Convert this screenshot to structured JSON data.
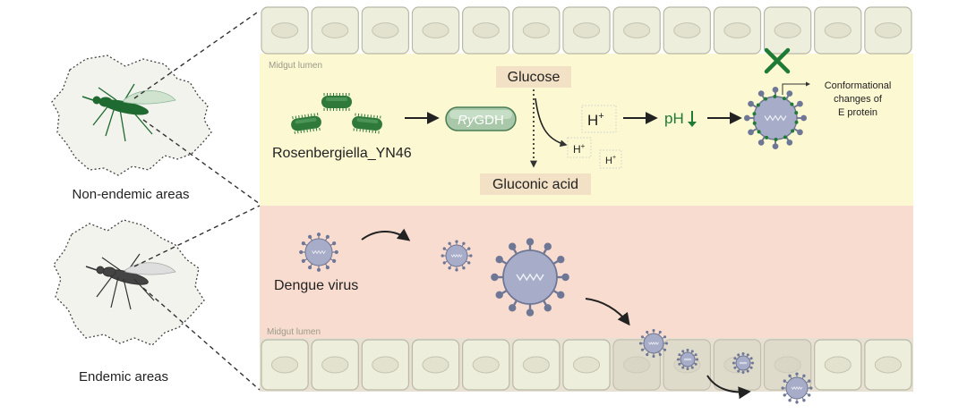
{
  "left_panel": {
    "non_endemic_label": "Non-endemic areas",
    "endemic_label": "Endemic areas"
  },
  "top_panel": {
    "lumen_label": "Midgut lumen",
    "bacterium_label": "Rosenbergiella_YN46",
    "enzyme_label": "RyGDH",
    "enzyme_prefix": "Ry",
    "enzyme_suffix": "GDH",
    "substrate_label": "Glucose",
    "product_label": "Gluconic acid",
    "proton_label": "H",
    "proton_charge": "+",
    "ph_label": "pH",
    "annotation_line1": "Conformational",
    "annotation_line2": "changes of",
    "annotation_line3": "E protein"
  },
  "bottom_panel": {
    "virus_label": "Dengue virus",
    "lumen_label": "Midgut lumen"
  },
  "colors": {
    "top_bg": "#fbf8d2",
    "bottom_bg": "#f8dccf",
    "cell_fill": "#eeeedd",
    "cell_stroke": "#b9b9a6",
    "bacteria_green": "#2f7a3b",
    "accent_green": "#1f7a36",
    "virus_fill": "#a7adc8",
    "virus_stroke": "#6f7796",
    "box_fill": "#f3e1c6"
  }
}
